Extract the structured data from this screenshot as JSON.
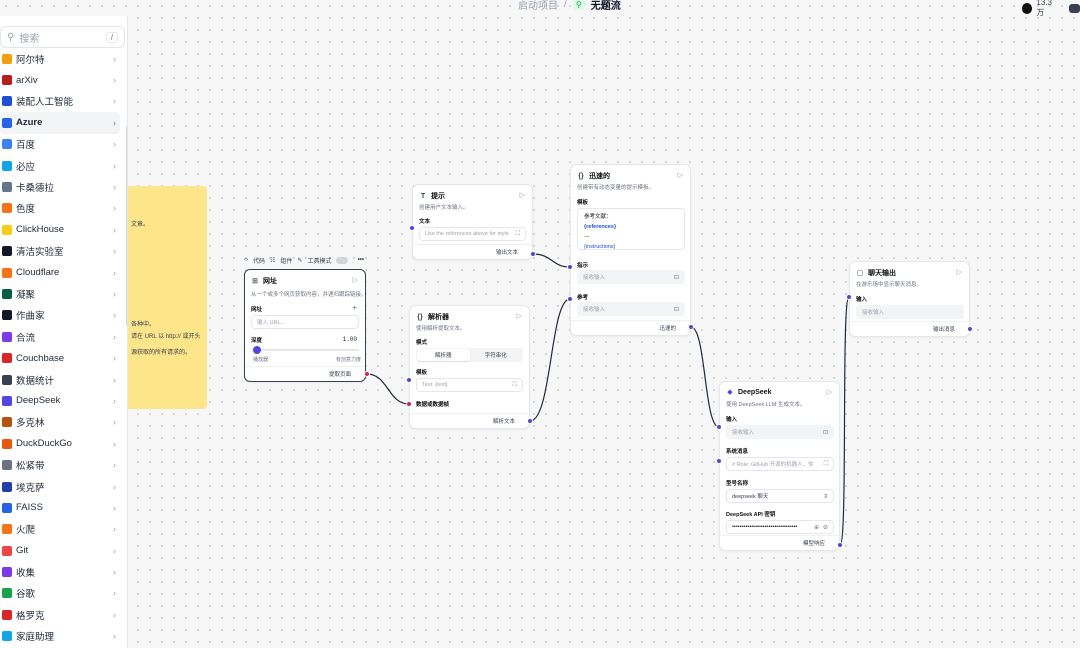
{
  "header": {
    "project": "启动项目",
    "separator": "/",
    "flow_title": "无题流",
    "github_stars": "13.3万"
  },
  "sidebar": {
    "search_placeholder": "搜索",
    "search_shortcut": "/",
    "items": [
      {
        "label": "阿尔特",
        "color": "#f59e0b"
      },
      {
        "label": "arXiv",
        "color": "#b91c1c"
      },
      {
        "label": "装配人工智能",
        "color": "#1d4ed8"
      },
      {
        "label": "Azure",
        "color": "#2563eb",
        "active": true
      },
      {
        "label": "百度",
        "color": "#3b82f6"
      },
      {
        "label": "必应",
        "color": "#0ea5e9"
      },
      {
        "label": "卡桑德拉",
        "color": "#64748b"
      },
      {
        "label": "色度",
        "color": "#f97316"
      },
      {
        "label": "ClickHouse",
        "color": "#facc15"
      },
      {
        "label": "清洁实验室",
        "color": "#111827"
      },
      {
        "label": "Cloudflare",
        "color": "#f97316"
      },
      {
        "label": "凝聚",
        "color": "#065f46"
      },
      {
        "label": "作曲家",
        "color": "#111827"
      },
      {
        "label": "合流",
        "color": "#7c3aed"
      },
      {
        "label": "Couchbase",
        "color": "#dc2626"
      },
      {
        "label": "数据统计",
        "color": "#374151"
      },
      {
        "label": "DeepSeek",
        "color": "#4f46e5"
      },
      {
        "label": "多克林",
        "color": "#b45309"
      },
      {
        "label": "DuckDuckGo",
        "color": "#ea580c"
      },
      {
        "label": "松紧带",
        "color": "#6b7280"
      },
      {
        "label": "埃克萨",
        "color": "#1e40af"
      },
      {
        "label": "FAISS",
        "color": "#2563eb"
      },
      {
        "label": "火爬",
        "color": "#f97316"
      },
      {
        "label": "Git",
        "color": "#ef4444"
      },
      {
        "label": "收集",
        "color": "#7c3aed"
      },
      {
        "label": "谷歌",
        "color": "#16a34a"
      },
      {
        "label": "格罗克",
        "color": "#dc2626"
      },
      {
        "label": "家庭助理",
        "color": "#0ea5e9"
      }
    ]
  },
  "note": {
    "lines": [
      "文章。",
      "",
      "",
      "",
      "",
      "各种中。",
      "请在 URL 以 http:// 或开头",
      "源获取的所有请求的。"
    ]
  },
  "toolbar": {
    "code": "代码",
    "components": "组件",
    "tool_mode": "工具模式",
    "more": "•••"
  },
  "url_node": {
    "title": "网址",
    "desc": "从一个或多个网页获取内容，并递归跟踪链接。",
    "url_label": "网址",
    "url_placeholder": "输入 URL...",
    "depth_label": "深度",
    "depth_value": "1.00",
    "option_a": "播放器",
    "option_b": "有创意力度",
    "output": "提取页面"
  },
  "prompt_node": {
    "title": "提示",
    "desc": "创建用户文本输入。",
    "field_label": "文本",
    "value": "Use the references above for style",
    "output": "输出文本"
  },
  "parser_node": {
    "title": "解析器",
    "desc": "使用解析提取文本。",
    "mode_label": "模式",
    "mode_a": "解析器",
    "mode_b": "字符串化",
    "template_label": "模板",
    "template_placeholder": "Text: {text}",
    "data_label": "数据或数据帧",
    "output": "解析文本"
  },
  "template_node": {
    "title": "迅速的",
    "desc": "创建带有动态变量的提示模板。",
    "template_label": "模板",
    "line1": "参考文献：",
    "line2": "{references}",
    "line3": "---",
    "line4": "{instructions}",
    "instr_label": "指示",
    "instr_placeholder": "接收输入",
    "ref_label": "参考",
    "ref_placeholder": "接收输入",
    "output": "迅速的"
  },
  "deepseek_node": {
    "title": "DeepSeek",
    "desc": "使用 DeepSeek LLM 生成文本。",
    "input_label": "输入",
    "input_placeholder": "接收输入",
    "sys_label": "系统消息",
    "sys_placeholder": "# Role: GitHub 开源的机器人，你",
    "model_label": "型号名称",
    "model_value": "deepseek 聊天",
    "key_label": "DeepSeek API 密钥",
    "key_value": "••••••••••••••••••••••••••••••••••",
    "output": "模型响应"
  },
  "chat_node": {
    "title": "聊天输出",
    "desc": "在游乐场中显示聊天消息。",
    "input_label": "输入",
    "input_placeholder": "接收输入",
    "output": "输出消息"
  }
}
